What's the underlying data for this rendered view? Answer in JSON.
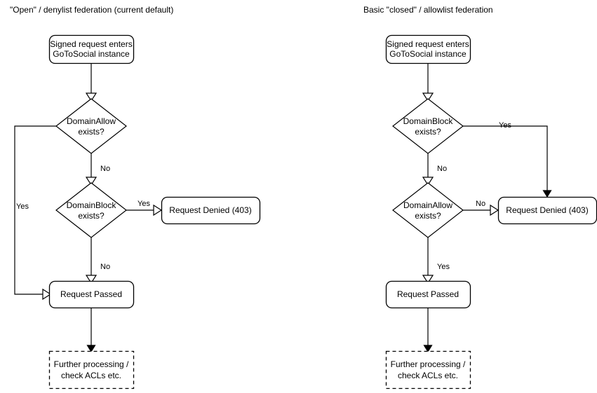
{
  "diagram": {
    "type": "flowchart",
    "background": "#ffffff",
    "stroke_color": "#000000",
    "text_color": "#000000",
    "panels": [
      {
        "id": "open-denylist",
        "title": "\"Open\" / denylist federation (current default)",
        "nodes": [
          {
            "id": "entry",
            "shape": "rounded-rect",
            "line1": "Signed request enters",
            "line2": "GoToSocial instance"
          },
          {
            "id": "allow",
            "shape": "diamond",
            "line1": "DomainAllow",
            "line2": "exists?"
          },
          {
            "id": "block",
            "shape": "diamond",
            "line1": "DomainBlock",
            "line2": "exists?"
          },
          {
            "id": "denied",
            "shape": "rounded-rect",
            "line1": "Request Denied (403)",
            "line2": ""
          },
          {
            "id": "passed",
            "shape": "rounded-rect",
            "line1": "Request Passed",
            "line2": ""
          },
          {
            "id": "further",
            "shape": "dashed-rect",
            "line1": "Further processing /",
            "line2": "check ACLs etc."
          }
        ],
        "edges": [
          {
            "from": "entry",
            "to": "allow",
            "label": ""
          },
          {
            "from": "allow",
            "to": "passed",
            "label": "Yes"
          },
          {
            "from": "allow",
            "to": "block",
            "label": "No"
          },
          {
            "from": "block",
            "to": "denied",
            "label": "Yes"
          },
          {
            "from": "block",
            "to": "passed",
            "label": "No"
          },
          {
            "from": "passed",
            "to": "further",
            "label": ""
          }
        ]
      },
      {
        "id": "closed-allowlist",
        "title": "Basic \"closed\" / allowlist federation",
        "nodes": [
          {
            "id": "entry",
            "shape": "rounded-rect",
            "line1": "Signed request enters",
            "line2": "GoToSocial instance"
          },
          {
            "id": "block",
            "shape": "diamond",
            "line1": "DomainBlock",
            "line2": "exists?"
          },
          {
            "id": "allow",
            "shape": "diamond",
            "line1": "DomainAllow",
            "line2": "exists?"
          },
          {
            "id": "denied",
            "shape": "rounded-rect",
            "line1": "Request Denied (403)",
            "line2": ""
          },
          {
            "id": "passed",
            "shape": "rounded-rect",
            "line1": "Request Passed",
            "line2": ""
          },
          {
            "id": "further",
            "shape": "dashed-rect",
            "line1": "Further processing /",
            "line2": "check ACLs etc."
          }
        ],
        "edges": [
          {
            "from": "entry",
            "to": "block",
            "label": ""
          },
          {
            "from": "block",
            "to": "denied",
            "label": "Yes"
          },
          {
            "from": "block",
            "to": "allow",
            "label": "No"
          },
          {
            "from": "allow",
            "to": "denied",
            "label": "No"
          },
          {
            "from": "allow",
            "to": "passed",
            "label": "Yes"
          },
          {
            "from": "passed",
            "to": "further",
            "label": ""
          }
        ]
      }
    ]
  }
}
